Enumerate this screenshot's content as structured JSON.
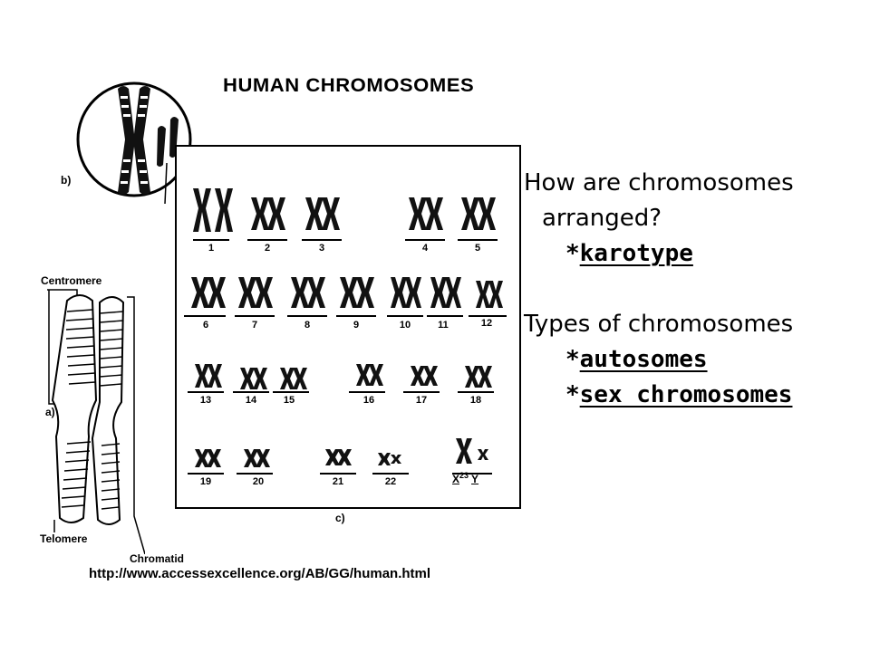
{
  "figure": {
    "title": "HUMAN CHROMOSOMES",
    "source_url": "http://www.accessexcellence.org/AB/GG/human.html",
    "panel_labels": {
      "a": "a)",
      "b": "b)",
      "c": "c)"
    },
    "part_labels": {
      "centromere": "Centromere",
      "telomere": "Telomere",
      "chromatid": "Chromatid"
    },
    "karyotype_numbers": [
      "1",
      "2",
      "3",
      "4",
      "5",
      "6",
      "7",
      "8",
      "9",
      "10",
      "11",
      "12",
      "13",
      "14",
      "15",
      "16",
      "17",
      "18",
      "19",
      "20",
      "21",
      "22"
    ],
    "sex_pair": {
      "x": "X",
      "number": "23",
      "y": "Y"
    }
  },
  "notes": {
    "question_line1": "How are chromosomes",
    "question_line2": "arranged?",
    "answer1_star": "*",
    "answer1": "karotype",
    "types_heading": "Types of chromosomes",
    "type1_star": "*",
    "type1": "autosomes",
    "type2_star": "*",
    "type2": "sex chromosomes"
  }
}
